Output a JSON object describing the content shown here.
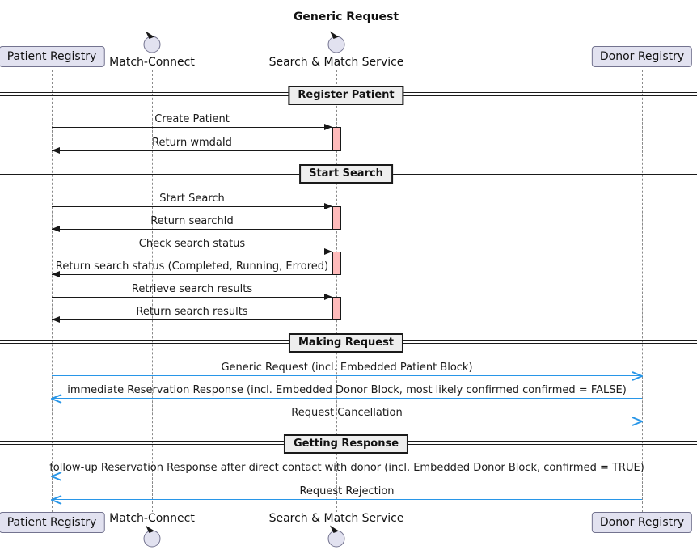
{
  "diagram": {
    "title": "Generic Request",
    "colors": {
      "participant_fill": "#E2E2F0",
      "participant_border": "#73738F",
      "activation_fill": "#FFBBBB",
      "activation_border": "#181818",
      "divider_fill": "#EEEEEE",
      "divider_border": "#1A1A1A",
      "message_black": "#181818",
      "message_blue": "#2896E8",
      "lifeline_gray": "#8A8A8A"
    },
    "participants": [
      {
        "id": "patient-registry",
        "label": "Patient Registry",
        "kind": "box"
      },
      {
        "id": "match-connect",
        "label": "Match-Connect",
        "kind": "control"
      },
      {
        "id": "search-match-service",
        "label": "Search & Match Service",
        "kind": "control"
      },
      {
        "id": "donor-registry",
        "label": "Donor Registry",
        "kind": "box"
      }
    ],
    "sections": [
      {
        "label": "Register Patient",
        "messages": [
          {
            "text": "Create Patient",
            "from": "patient-registry",
            "to": "search-match-service",
            "color": "black"
          },
          {
            "text": "Return wmdaId",
            "from": "search-match-service",
            "to": "patient-registry",
            "color": "black"
          }
        ]
      },
      {
        "label": "Start Search",
        "messages": [
          {
            "text": "Start Search",
            "from": "patient-registry",
            "to": "search-match-service",
            "color": "black"
          },
          {
            "text": "Return searchId",
            "from": "search-match-service",
            "to": "patient-registry",
            "color": "black"
          },
          {
            "text": "Check search status",
            "from": "patient-registry",
            "to": "search-match-service",
            "color": "black"
          },
          {
            "text": "Return search status (Completed, Running, Errored)",
            "from": "search-match-service",
            "to": "patient-registry",
            "color": "black"
          },
          {
            "text": "Retrieve search results",
            "from": "patient-registry",
            "to": "search-match-service",
            "color": "black"
          },
          {
            "text": "Return search results",
            "from": "search-match-service",
            "to": "patient-registry",
            "color": "black"
          }
        ]
      },
      {
        "label": "Making Request",
        "messages": [
          {
            "text": "Generic Request (incl. Embedded Patient Block)",
            "from": "patient-registry",
            "to": "donor-registry",
            "color": "blue"
          },
          {
            "text": "immediate Reservation Response (incl. Embedded Donor Block, most likely confirmed confirmed = FALSE)",
            "from": "donor-registry",
            "to": "patient-registry",
            "color": "blue"
          },
          {
            "text": "Request Cancellation",
            "from": "patient-registry",
            "to": "donor-registry",
            "color": "blue"
          }
        ]
      },
      {
        "label": "Getting Response",
        "messages": [
          {
            "text": "follow-up Reservation Response after direct contact with donor (incl. Embedded Donor Block, confirmed = TRUE)",
            "from": "donor-registry",
            "to": "patient-registry",
            "color": "blue"
          },
          {
            "text": "Request Rejection",
            "from": "donor-registry",
            "to": "patient-registry",
            "color": "blue"
          }
        ]
      }
    ]
  }
}
